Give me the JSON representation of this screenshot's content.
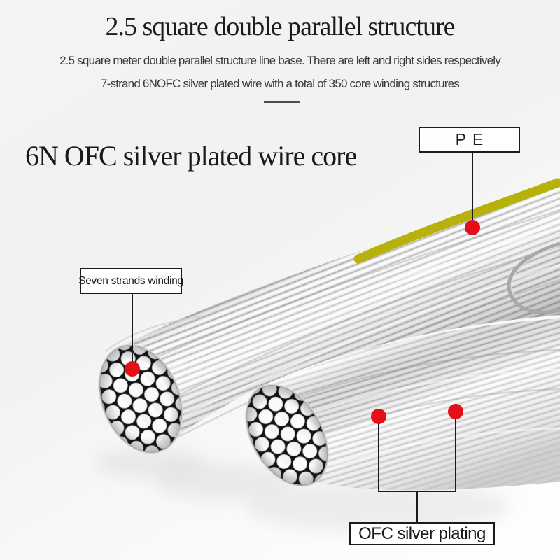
{
  "header": {
    "title": "2.5 square double parallel structure",
    "subtitle_line1": "2.5 square meter double parallel structure line base. There are left and right sides respectively",
    "subtitle_line2": "7-strand 6NOFC silver plated wire with a total of 350 core winding structures"
  },
  "section": {
    "heading": "6N OFC silver plated wire core"
  },
  "callouts": {
    "pe": {
      "label": "PE"
    },
    "seven_strands": {
      "label": "Seven strands winding"
    },
    "ofc_plating": {
      "label": "OFC silver plating"
    }
  },
  "colors": {
    "marker_red": "#e60e18",
    "pe_jacket_yellow": "#b7b10b",
    "callout_line": "#1a1a1a",
    "background": "#f4f4f3"
  }
}
